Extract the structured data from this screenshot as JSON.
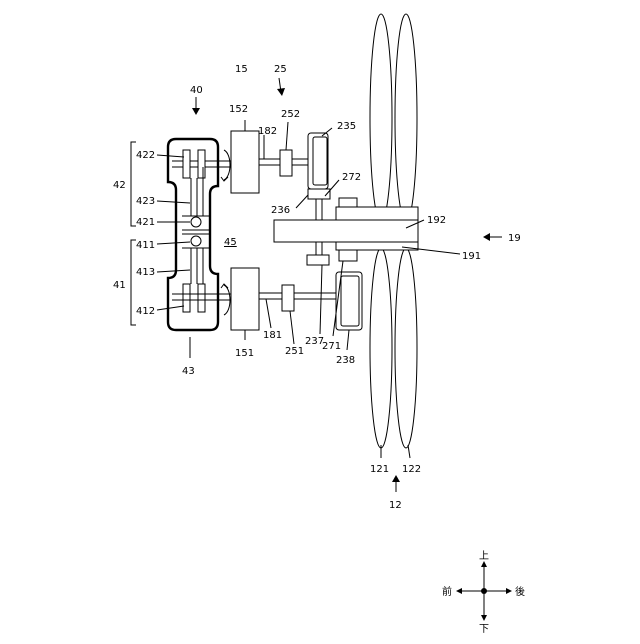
{
  "labels": {
    "l40": "40",
    "l15": "15",
    "l25": "25",
    "l152": "152",
    "l252": "252",
    "l182": "182",
    "l235": "235",
    "l422": "422",
    "l42": "42",
    "l423": "423",
    "l421": "421",
    "l411": "411",
    "l45": "45",
    "l41": "41",
    "l413": "413",
    "l412": "412",
    "l43": "43",
    "l272": "272",
    "l236": "236",
    "l192": "192",
    "l19": "19",
    "l191": "191",
    "l151": "151",
    "l181": "181",
    "l251": "251",
    "l237": "237",
    "l271": "271",
    "l238": "238",
    "l121": "121",
    "l122": "122",
    "l12": "12"
  },
  "direction": {
    "up": "上",
    "down": "下",
    "front": "前",
    "rear": "後"
  }
}
